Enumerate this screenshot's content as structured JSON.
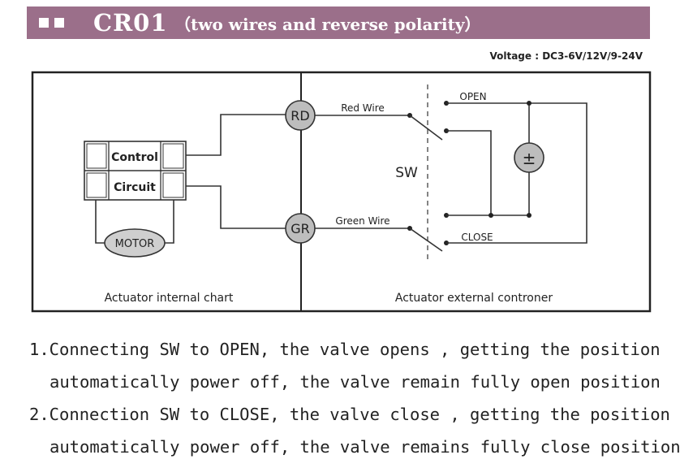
{
  "header": {
    "title": "CR01",
    "subtitle": "（two wires and reverse polarity）"
  },
  "voltage": "Voltage : DC3-6V/12V/9-24V",
  "diagram": {
    "control_label": "Control",
    "circuit_label": "Circuit",
    "motor_label": "MOTOR",
    "rd_label": "RD",
    "gr_label": "GR",
    "red_wire_label": "Red Wire",
    "green_wire_label": "Green Wire",
    "sw_label": "SW",
    "open_label": "OPEN",
    "close_label": "CLOSE",
    "battery_symbol": "±",
    "left_caption": "Actuator internal chart",
    "right_caption": "Actuator external controner"
  },
  "notes": {
    "line1": "1.Connecting SW to OPEN, the valve opens , getting the position",
    "line2": "automatically power off, the valve remain fully open position",
    "line3": "2.Connection SW to CLOSE, the valve close , getting the position",
    "line4": "automatically power off, the valve remains fully close position"
  }
}
